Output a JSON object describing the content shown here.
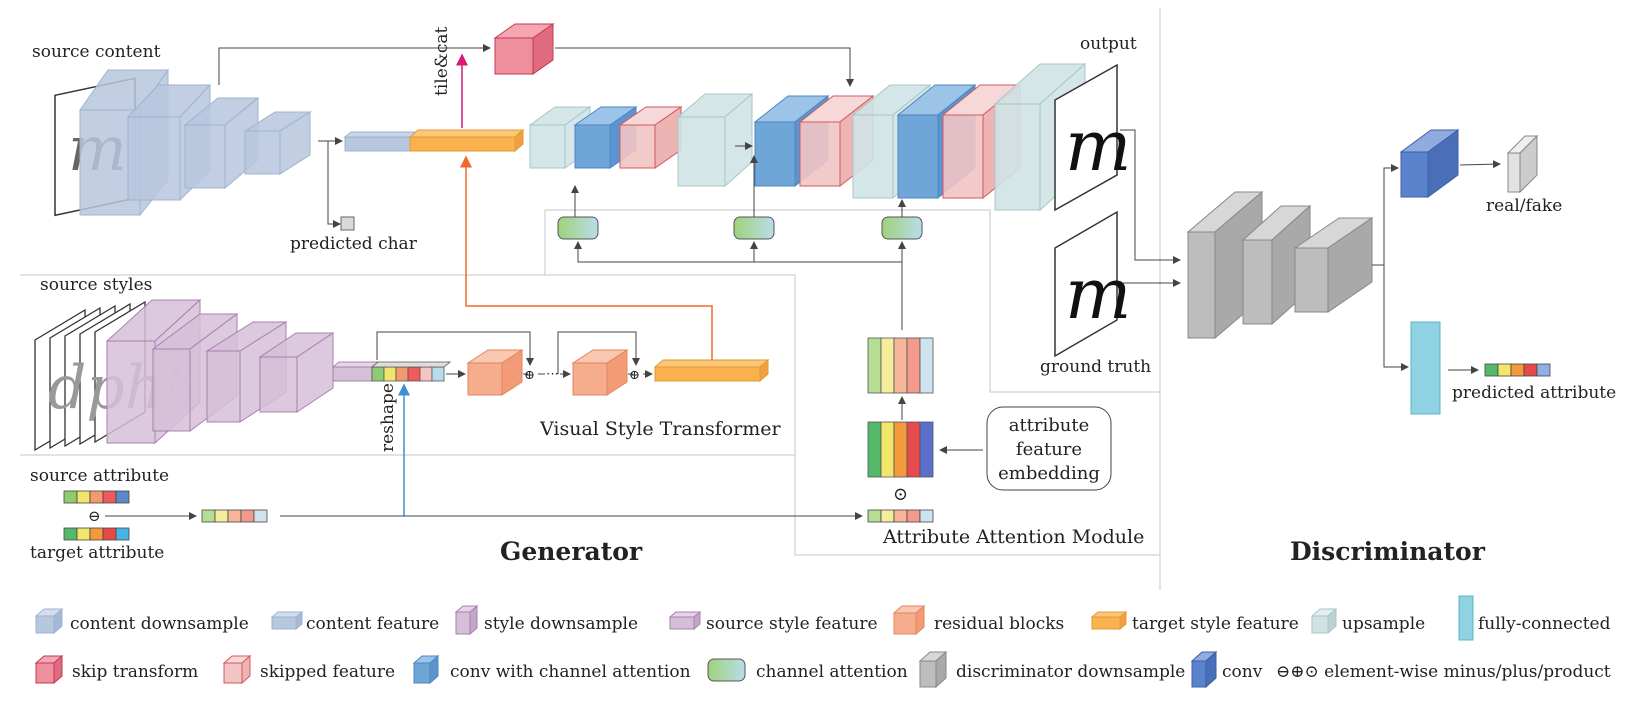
{
  "labels": {
    "source_content": "source content",
    "predicted_char": "predicted char",
    "tile_cat": "tile&cat",
    "output": "output",
    "ground_truth": "ground truth",
    "source_styles": "source styles",
    "reshape": "reshape",
    "visual_style_transformer": "Visual Style Transformer",
    "source_attribute": "source attribute",
    "target_attribute": "target attribute",
    "minus_symbol": "⊖",
    "product_symbol": "⊙",
    "plus_symbol": "⊕",
    "attribute_feature_embedding_line1": "attribute",
    "attribute_feature_embedding_line2": "feature",
    "attribute_feature_embedding_line3": "embedding",
    "attribute_attention_module": "Attribute Attention Module",
    "generator": "Generator",
    "discriminator": "Discriminator",
    "real_fake": "real/fake",
    "predicted_attribute": "predicted attribute",
    "content_glyph": "m",
    "style_glyphs": "dpht"
  },
  "legend": [
    {
      "icon": "content-downsample-icon",
      "label": "content downsample"
    },
    {
      "icon": "content-feature-icon",
      "label": "content feature"
    },
    {
      "icon": "style-downsample-icon",
      "label": "style downsample"
    },
    {
      "icon": "source-style-feature-icon",
      "label": "source style feature"
    },
    {
      "icon": "residual-blocks-icon",
      "label": "residual blocks"
    },
    {
      "icon": "target-style-feature-icon",
      "label": "target style feature"
    },
    {
      "icon": "upsample-icon",
      "label": "upsample"
    },
    {
      "icon": "fully-connected-icon",
      "label": "fully-connected"
    },
    {
      "icon": "skip-transform-icon",
      "label": "skip transform"
    },
    {
      "icon": "skipped-feature-icon",
      "label": "skipped feature"
    },
    {
      "icon": "conv-channel-attention-icon",
      "label": "conv with channel attention"
    },
    {
      "icon": "channel-attention-icon",
      "label": "channel attention"
    },
    {
      "icon": "discriminator-downsample-icon",
      "label": "discriminator downsample"
    },
    {
      "icon": "conv-icon",
      "label": "conv"
    },
    {
      "icon": "elementwise-ops-icon",
      "label": "⊖⊕⊙ element-wise minus/plus/product"
    }
  ],
  "colors": {
    "content": "#b7c7de",
    "style": "#d6bfd8",
    "residual": "#f6ad8e",
    "target_style": "#fbb24e",
    "upsample": "#cfe3e4",
    "fully_connected": "#8fd3e3",
    "skip_transform": "#ee8f9e",
    "skipped_feature": "#f2c4c4",
    "conv_channel_attention": "#6fa6d8",
    "discriminator": "#bdbdbd",
    "conv": "#5b82cc",
    "arrow_orange": "#ee6b2f",
    "arrow_blue": "#3a8fd6",
    "arrow_pink": "#d61a7a"
  },
  "attribute_strip_colors": [
    "#8fcb6f",
    "#f2e66a",
    "#f39a6c",
    "#ef5a5a",
    "#5b89cc"
  ],
  "target_strip_colors": [
    "#54b86a",
    "#f2e66a",
    "#f39a3c",
    "#e64a4a",
    "#4ab3e6"
  ]
}
